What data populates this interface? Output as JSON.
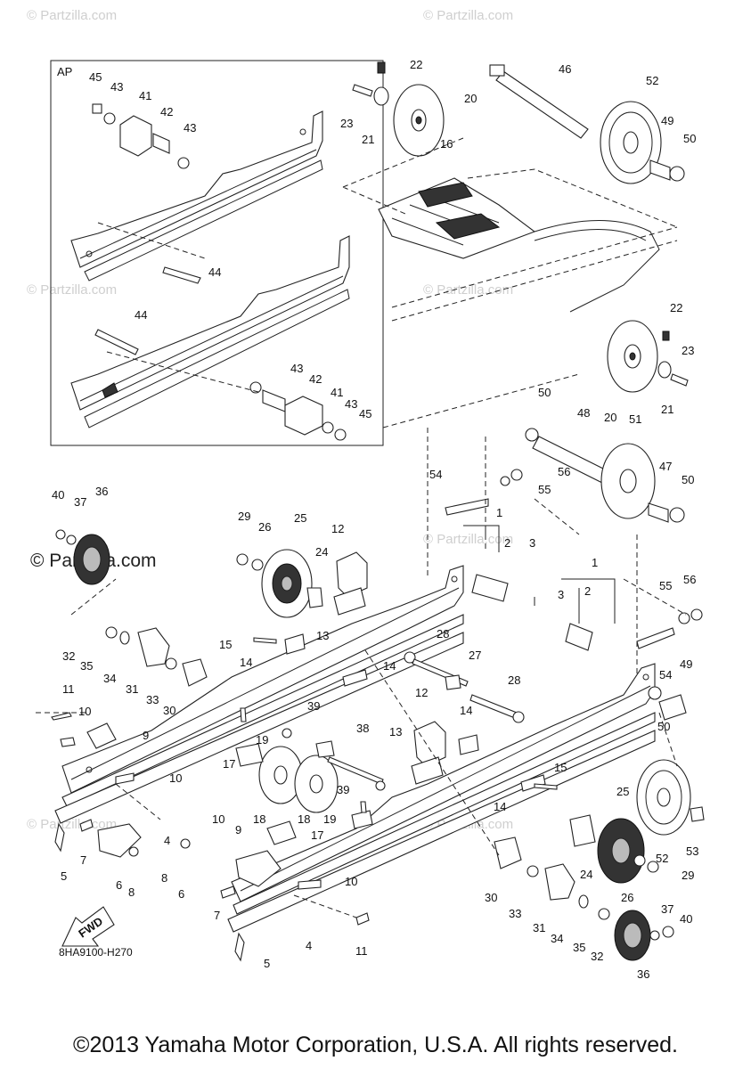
{
  "watermark": {
    "text": "© Partzilla.com",
    "primary_text": "© Partzilla.com"
  },
  "inset": {
    "label": "AP"
  },
  "labels": [
    "1",
    "2",
    "3",
    "4",
    "5",
    "6",
    "7",
    "8",
    "9",
    "10",
    "11",
    "12",
    "13",
    "14",
    "15",
    "16",
    "17",
    "18",
    "19",
    "20",
    "21",
    "22",
    "23",
    "24",
    "25",
    "26",
    "27",
    "28",
    "29",
    "30",
    "31",
    "32",
    "33",
    "34",
    "35",
    "36",
    "37",
    "38",
    "39",
    "40",
    "41",
    "42",
    "43",
    "44",
    "45",
    "46",
    "47",
    "48",
    "49",
    "50",
    "51",
    "52",
    "53",
    "54",
    "55",
    "56"
  ],
  "fwd_label": "FWD",
  "drawing_code": "8HA9100-H270",
  "copyright": "©2013 Yamaha Motor Corporation, U.S.A. All rights reserved."
}
